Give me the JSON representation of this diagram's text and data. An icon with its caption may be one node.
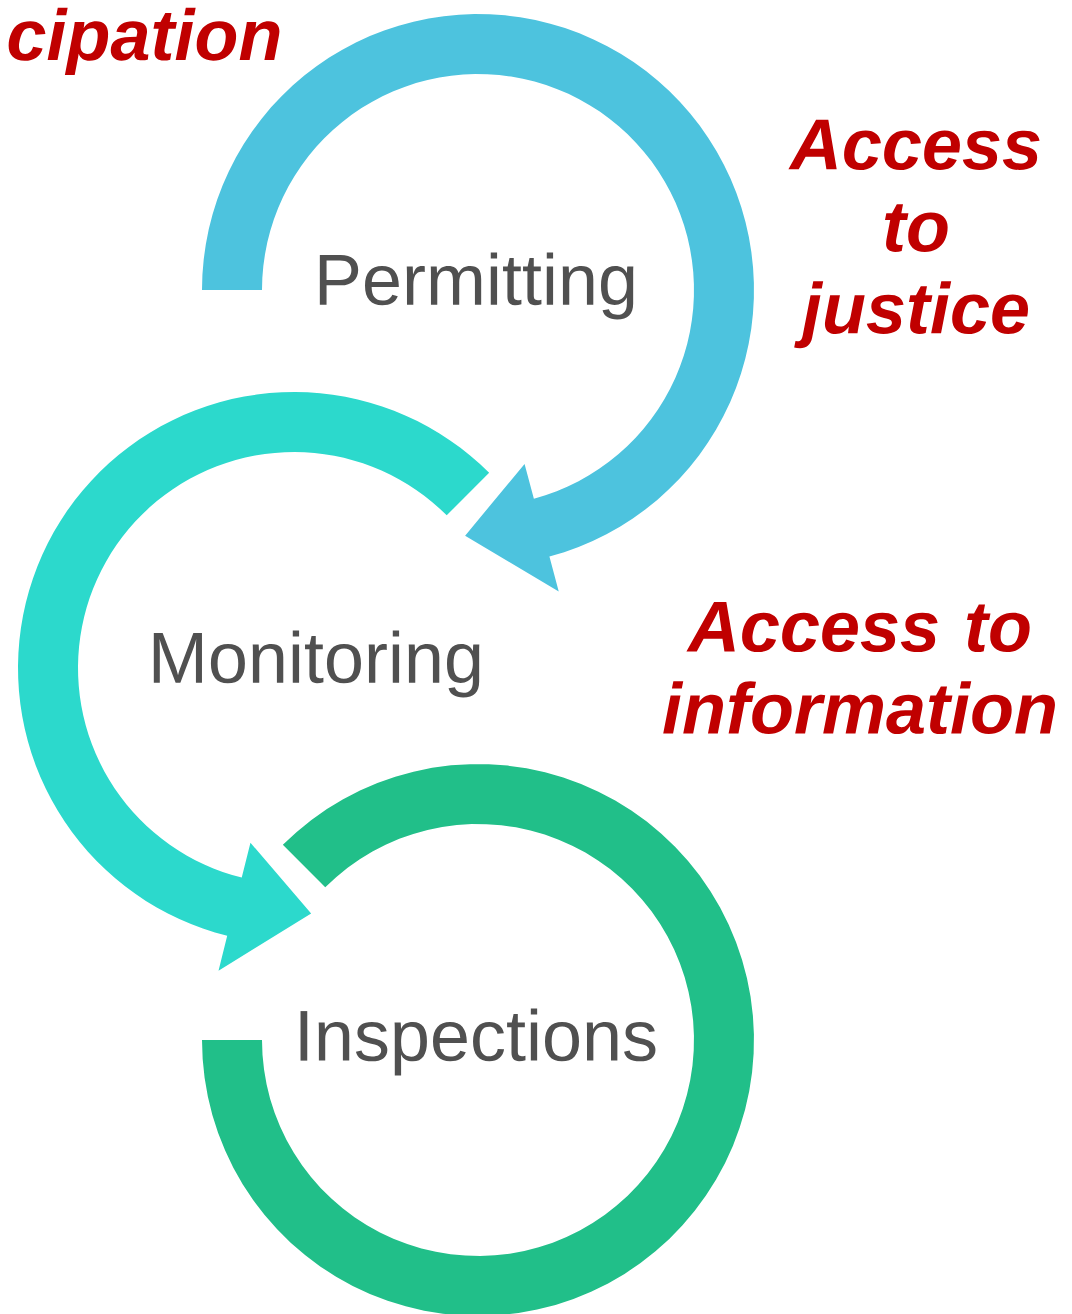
{
  "diagram": {
    "nodes": [
      {
        "text": [
          "Permitting"
        ]
      },
      {
        "text": [
          "Monitoring"
        ]
      },
      {
        "text": [
          "Inspections"
        ]
      }
    ],
    "labels": [
      "cipation",
      "Access to justice",
      "Access to information"
    ]
  }
}
